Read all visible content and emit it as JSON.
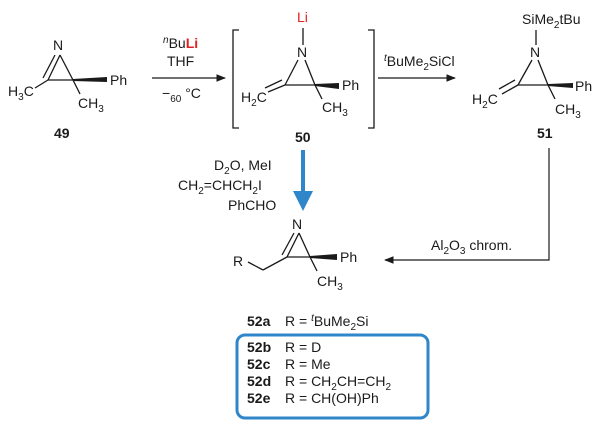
{
  "compounds": {
    "c49": {
      "label": "49",
      "atoms": {
        "N": "N",
        "H3C": "H3C",
        "Ph": "Ph",
        "CH3": "CH3"
      }
    },
    "c50": {
      "label": "50",
      "atoms": {
        "Li": "Li",
        "N": "N",
        "H2C": "H2C",
        "Ph": "Ph",
        "CH3": "CH3"
      }
    },
    "c51": {
      "label": "51",
      "atoms": {
        "Si": "SiMe2tBu",
        "N": "N",
        "H2C": "H2C",
        "Ph": "Ph",
        "CH3": "CH3"
      }
    },
    "c52": {
      "atoms": {
        "R": "R",
        "N": "N",
        "Ph": "Ph",
        "CH3": "CH3"
      }
    }
  },
  "arrows": {
    "step1": {
      "reagent": "nBuLi",
      "solvent": "THF",
      "temp": "−60 °C"
    },
    "step2": {
      "reagent": "tBuMe2SiCl"
    },
    "step3": {
      "reagents": [
        "D2O, MeI",
        "CH2=CHCH2I",
        "PhCHO"
      ]
    },
    "step4": {
      "reagent": "Al2O3  chrom."
    }
  },
  "products": [
    {
      "id": "52a",
      "r": "R = tBuMe2Si",
      "boxed": false
    },
    {
      "id": "52b",
      "r": "R = D",
      "boxed": true
    },
    {
      "id": "52c",
      "r": "R = Me",
      "boxed": true
    },
    {
      "id": "52d",
      "r": "R = CH2CH=CH2",
      "boxed": true
    },
    {
      "id": "52e",
      "r": "R = CH(OH)Ph",
      "boxed": true
    }
  ],
  "colors": {
    "ink": "#1a1a1a",
    "lithium": "#e02020",
    "highlight_arrow": "#2f86c8",
    "product_box": "#2f86c8"
  }
}
